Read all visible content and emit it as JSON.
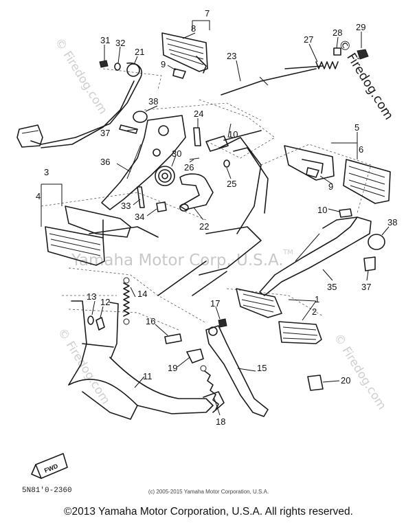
{
  "watermarks": {
    "site": "© Firedog.com",
    "brand": "Yamaha Motor Corp, U.S.A.",
    "trademark": "TM"
  },
  "callouts": [
    "1",
    "2",
    "3",
    "4",
    "5",
    "6",
    "7",
    "8",
    "9",
    "9",
    "10",
    "10",
    "11",
    "12",
    "13",
    "14",
    "15",
    "16",
    "17",
    "18",
    "19",
    "20",
    "21",
    "22",
    "23",
    "24",
    "25",
    "26",
    "27",
    "28",
    "29",
    "30",
    "31",
    "32",
    "33",
    "34",
    "35",
    "36",
    "37",
    "37",
    "38",
    "38"
  ],
  "forward_arrow_label": "FWD",
  "diagram_code": "5N81'0-2360",
  "small_print": "(c) 2005-2015 Yamaha Motor Corporation, U.S.A.",
  "footer": "©2013 Yamaha Motor Corporation, U.S.A. All rights reserved."
}
